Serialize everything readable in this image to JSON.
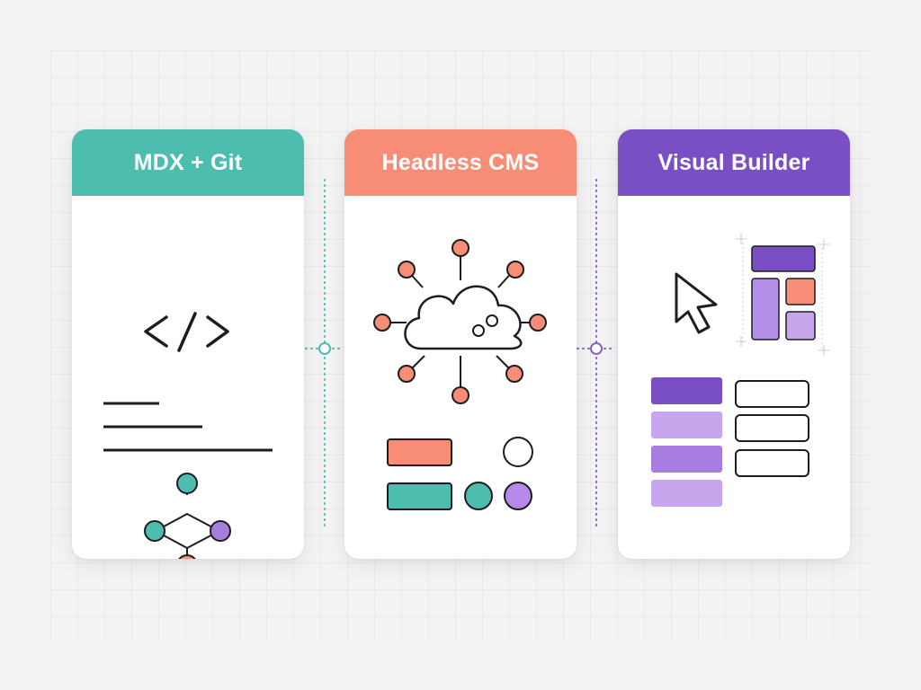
{
  "colors": {
    "teal": "#4dbdb0",
    "coral": "#f78d77",
    "purple": "#7a4fc4",
    "lavender": "#c7a6ee",
    "mid_purple": "#a77ee0",
    "outline": "#1d1d1f"
  },
  "cards": [
    {
      "title": "MDX + Git",
      "accent": "#4dbdb0",
      "icons": [
        "code-brackets-icon",
        "text-lines-icon",
        "git-graph-icon"
      ]
    },
    {
      "title": "Headless CMS",
      "accent": "#f78d77",
      "icons": [
        "cloud-network-icon",
        "content-blocks-icon"
      ]
    },
    {
      "title": "Visual Builder",
      "accent": "#7a4fc4",
      "icons": [
        "cursor-arrow-icon",
        "layout-grid-icon",
        "form-blocks-icon"
      ]
    }
  ]
}
